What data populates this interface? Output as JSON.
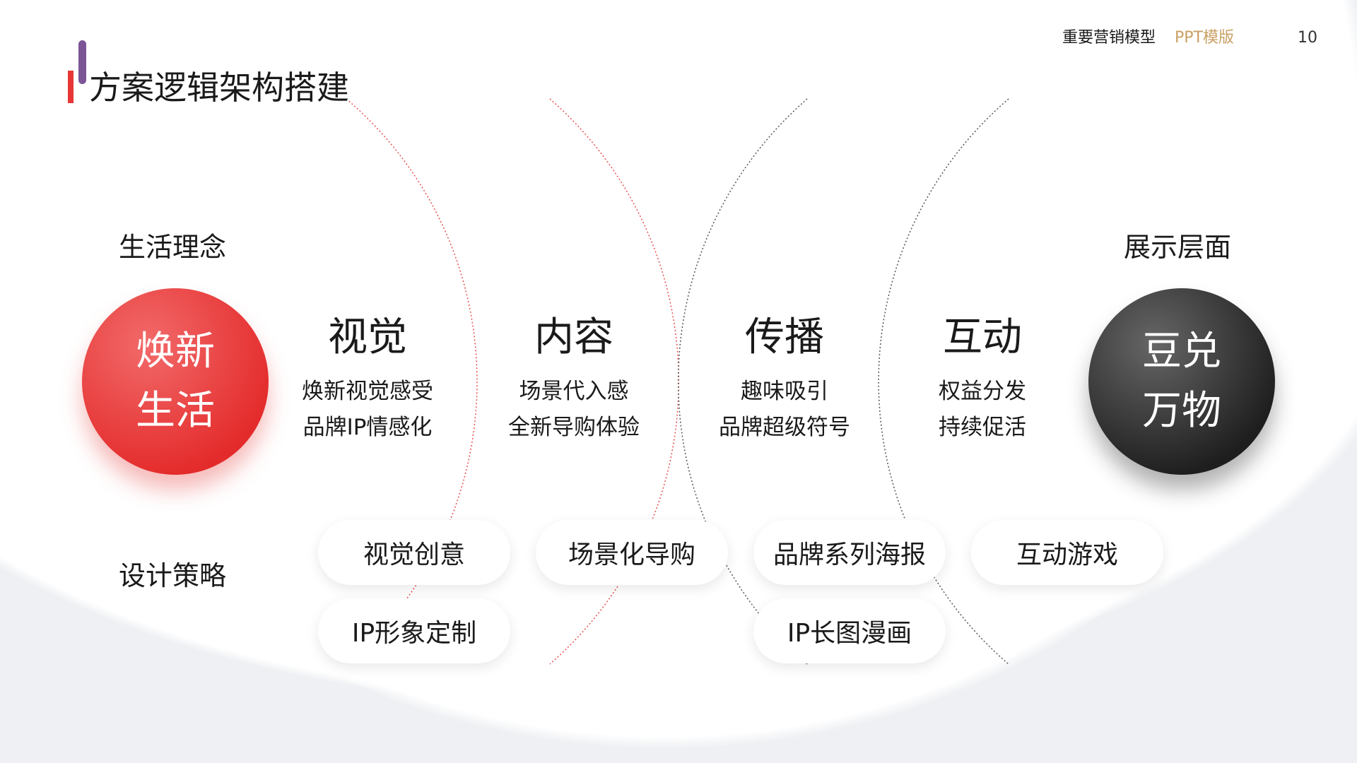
{
  "header": {
    "topic": "重要营销模型",
    "template": "PPT模版",
    "page_number": "10"
  },
  "title": "方案逻辑架构搭建",
  "labels": {
    "life_concept": "生活理念",
    "display_level": "展示层面",
    "design_strategy": "设计策略"
  },
  "left_circle": {
    "line1": "焕新",
    "line2": "生活"
  },
  "right_circle": {
    "line1": "豆兑",
    "line2": "万物"
  },
  "columns": [
    {
      "heading": "视觉",
      "line1": "焕新视觉感受",
      "line2": "品牌IP情感化"
    },
    {
      "heading": "内容",
      "line1": "场景代入感",
      "line2": "全新导购体验"
    },
    {
      "heading": "传播",
      "line1": "趣味吸引",
      "line2": "品牌超级符号"
    },
    {
      "heading": "互动",
      "line1": "权益分发",
      "line2": "持续促活"
    }
  ],
  "pills": [
    "视觉创意",
    "场景化导购",
    "品牌系列海报",
    "互动游戏",
    "IP形象定制",
    "IP长图漫画"
  ],
  "colors": {
    "accent_red": "#e83535",
    "accent_purple": "#7b5596",
    "gold": "#c9a063",
    "dark": "#222222"
  }
}
